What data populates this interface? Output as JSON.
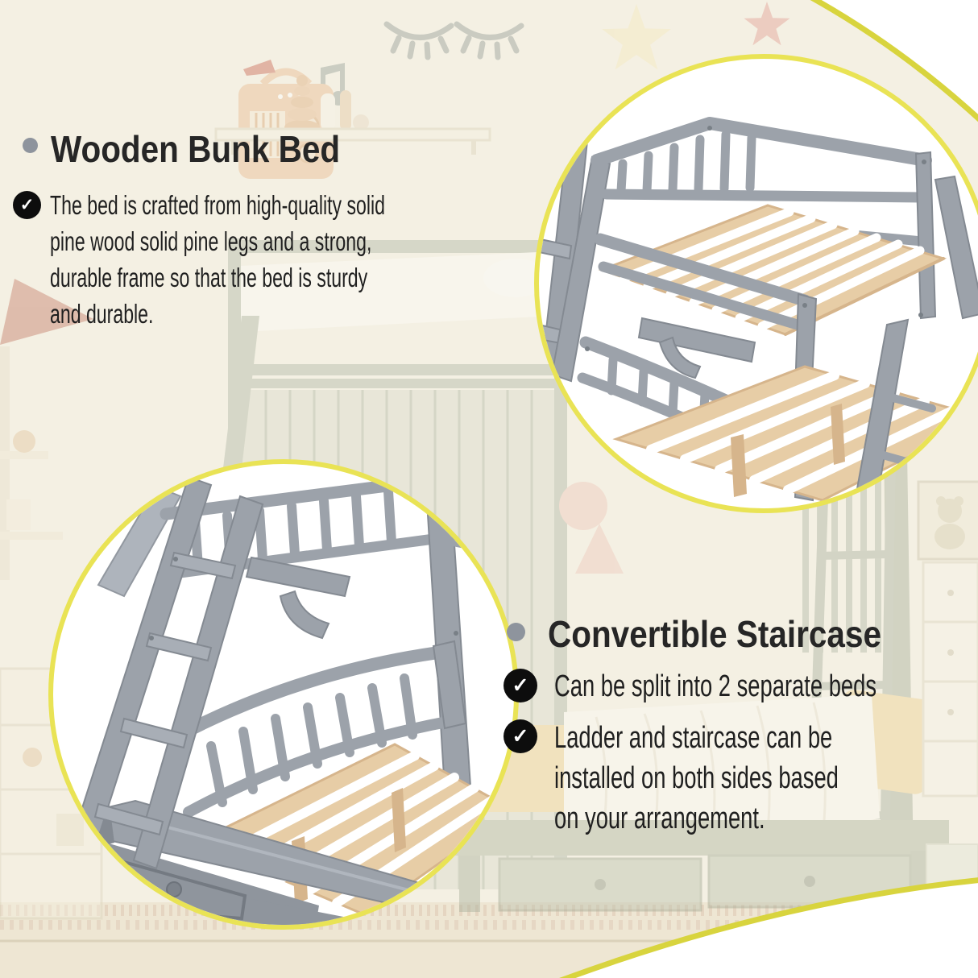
{
  "palette": {
    "background_cream": "#f3efe2",
    "circle_border_yellow": "#e9e355",
    "corner_arc_yellow": "#d8d43e",
    "text_dark": "#1f1f1f",
    "bullet_gray": "#8e949d",
    "check_black": "#0d0d0d",
    "bed_frame_gray": "#9ca2aa",
    "slat_wood": "#e7cda6"
  },
  "icons": {
    "bullet_dot": "circle-shape",
    "check": "✓"
  },
  "sections": [
    {
      "id": "wooden-bunk-bed",
      "title": "Wooden Bunk Bed",
      "items": [
        "The bed is crafted from high-quality solid\npine wood solid pine legs and a strong,\ndurable frame so that the bed is sturdy\nand durable."
      ]
    },
    {
      "id": "convertible-staircase",
      "title": "Convertible Staircase",
      "items": [
        "Can be split into 2 separate beds",
        "Ladder and staircase can be\ninstalled on both sides based\non your arrangement."
      ]
    }
  ],
  "callouts": [
    {
      "id": "top-bunk-detail"
    },
    {
      "id": "ladder-and-drawers-detail"
    }
  ]
}
